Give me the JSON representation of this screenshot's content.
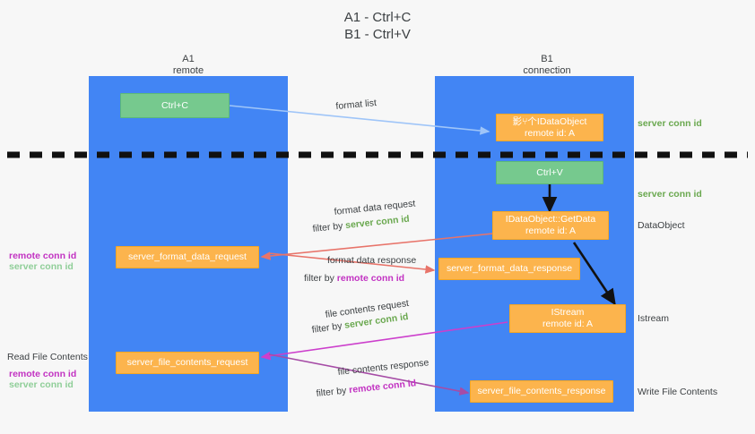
{
  "title": {
    "line1": "A1 - Ctrl+C",
    "line2": "B1 - Ctrl+V"
  },
  "lanes": [
    {
      "name": "A1",
      "sub": "remote"
    },
    {
      "name": "B1",
      "sub": "connection"
    }
  ],
  "nodes": {
    "ctrl_c": "Ctrl+C",
    "ctrl_v": "Ctrl+V",
    "idataobject_l1": "影⑂个IDataObject",
    "idataobject_l2": "remote id: A",
    "getdata_l1": "IDataObject::GetData",
    "getdata_l2": "remote id: A",
    "istream_l1": "IStream",
    "istream_l2": "remote id: A",
    "server_format_data_request": "server_format_data_request",
    "server_format_data_response": "server_format_data_response",
    "server_file_contents_request": "server_file_contents_request",
    "server_file_contents_response": "server_file_contents_response"
  },
  "edge_labels": {
    "format_list": "format list",
    "format_data_request": "format data request",
    "format_data_request_filter_pre": "filter by ",
    "format_data_request_filter_key": "server conn id",
    "format_data_response": "format data response",
    "format_data_response_filter_pre": "filter by ",
    "format_data_response_filter_key": "remote conn id",
    "file_contents_request": "file contents request",
    "file_contents_request_filter_pre": "filter by ",
    "file_contents_request_filter_key": "server conn id",
    "file_contents_response": "file contents response",
    "file_contents_response_filter_pre": "filter by ",
    "file_contents_response_filter_key": "remote conn id"
  },
  "right_labels": {
    "server_conn_id_top": "server conn id",
    "server_conn_id_mid": "server conn id",
    "dataobject": "DataObject",
    "istream": "Istream",
    "write_file_contents": "Write File Contents"
  },
  "left_labels": {
    "remote_conn_id_1": "remote conn id",
    "server_conn_id_1": "server conn id",
    "read_file_contents": "Read File Contents",
    "remote_conn_id_2": "remote conn id",
    "server_conn_id_2": "server conn id"
  },
  "colors": {
    "lane": "#4285f4",
    "green_node": "#76c98e",
    "orange_node": "#fcb44d",
    "green_text": "#6aa84f",
    "purple_text": "#c232c2",
    "blue_arrow": "#9fc5f8",
    "red_arrow": "#e8746a",
    "magenta_arrow": "#cc3fcc",
    "purple_arrow": "#a64ca6",
    "black": "#111111"
  }
}
